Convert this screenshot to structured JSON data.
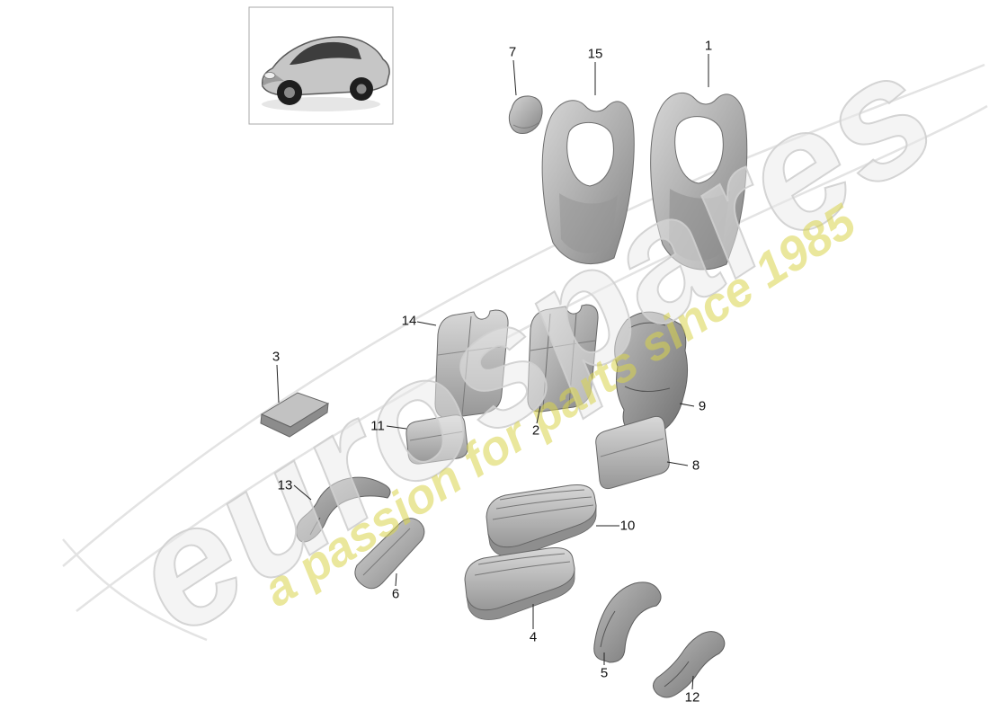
{
  "watermark": {
    "brand": "eurospares",
    "tagline": "a passion for parts since 1985",
    "brand_color": "#e9e9e9",
    "brand_outline_color": "#cfcfcf",
    "tagline_color": "#d9d44a"
  },
  "diagram": {
    "parts": [
      {
        "number": "1"
      },
      {
        "number": "2"
      },
      {
        "number": "3"
      },
      {
        "number": "4"
      },
      {
        "number": "5"
      },
      {
        "number": "6"
      },
      {
        "number": "7"
      },
      {
        "number": "8"
      },
      {
        "number": "9"
      },
      {
        "number": "10"
      },
      {
        "number": "11"
      },
      {
        "number": "12"
      },
      {
        "number": "13"
      },
      {
        "number": "14"
      },
      {
        "number": "15"
      }
    ]
  }
}
